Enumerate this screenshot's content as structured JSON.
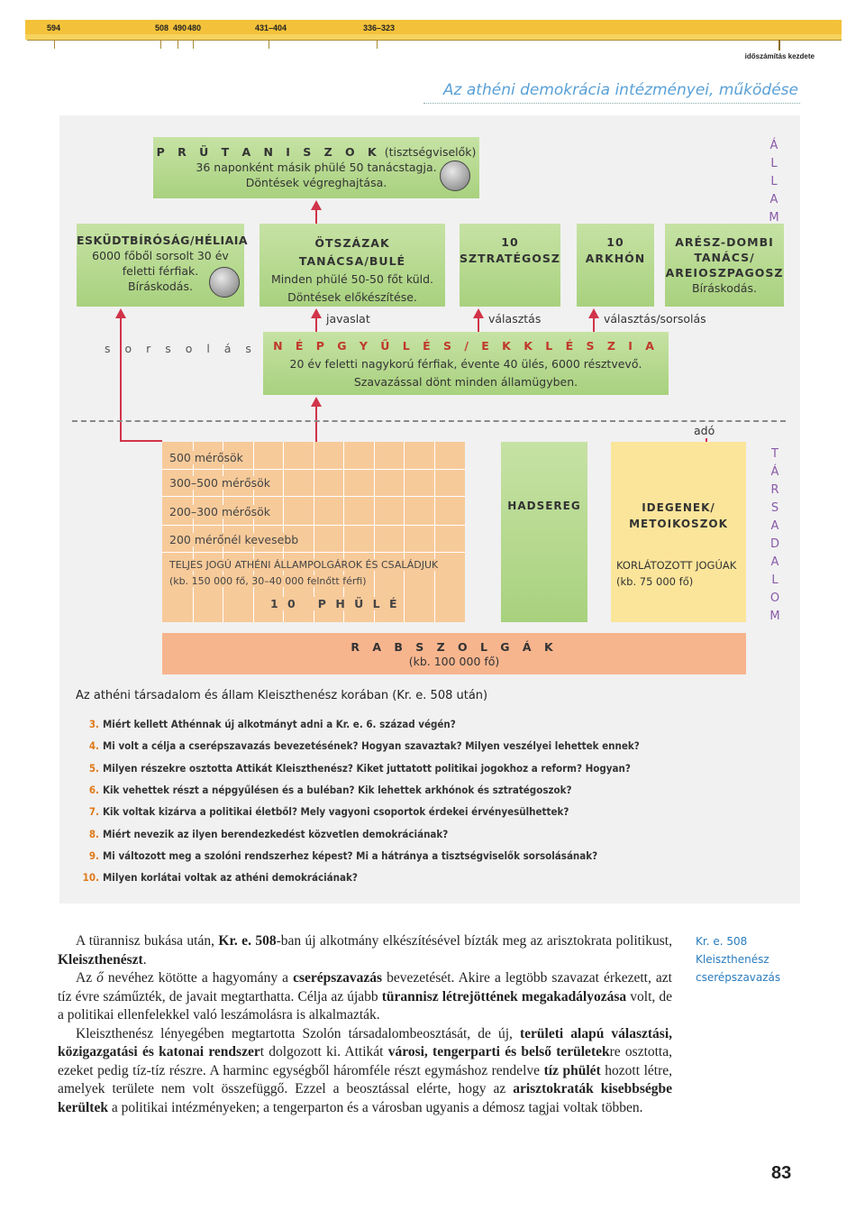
{
  "timeline": {
    "labels": [
      "594",
      "508",
      "490",
      "480",
      "431–404",
      "336–323"
    ],
    "start_label": "időszámítás kezdete"
  },
  "section_title": "Az athéni demokrácia intézményei, működése",
  "diagram": {
    "prutaniszok": {
      "title": "P R Ü T A N I S Z O K",
      "title_suffix": "(tisztségviselők)",
      "line2": "36 naponként másik phülé 50 tanácstagja.",
      "line3": "Döntések végreghajtása."
    },
    "heliaia": {
      "title": "ESKÜDTBÍRÓSÁG/HÉLIAIA",
      "line2": "6000 főből sorsolt 30 év",
      "line3": "feletti férfiak.",
      "line4": "Bíráskodás."
    },
    "otszaz": {
      "title": "ÖTSZÁZAK TANÁCSA/BULÉ",
      "line2": "Minden phülé 50-50 főt küld.",
      "line3": "Döntések előkészítése."
    },
    "sztrategosz": {
      "num": "10",
      "title": "SZTRATÉGOSZ"
    },
    "arkhon": {
      "num": "10",
      "title": "ARKHÓN"
    },
    "areosz": {
      "title1": "ARÉSZ-DOMBI",
      "title2": "TANÁCS/",
      "title3": "AREIOSZPAGOSZ",
      "line": "Bíráskodás."
    },
    "allam_letters": [
      "Á",
      "L",
      "L",
      "A",
      "M"
    ],
    "labels": {
      "sorsolas": "s o r s o l á s",
      "javaslat": "javaslat",
      "valasztas": "választás",
      "valasztas_sorsolas": "választás/sorsolás",
      "ado": "adó"
    },
    "nepgyules": {
      "title": "N É P G Y Ű L É S / E K K L É S Z I A",
      "line2": "20 év feletti nagykorú férfiak, évente 40 ülés, 6000 résztvevő.",
      "line3": "Szavazással dönt minden államügyben."
    },
    "citizens": {
      "rows": [
        "500 mérősök",
        "300–500 mérősök",
        "200–300 mérősök",
        "200 mérőnél kevesebb"
      ],
      "title": "TELJES JOGÚ ATHÉNI ÁLLAMPOLGÁROK ÉS CSALÁDJUK",
      "count": "(kb. 150 000 fő, 30–40 000 felnőtt férfi)",
      "phule": "1 0   P H Ü L É"
    },
    "hadsereg": "HADSEREG",
    "idegenek": {
      "title1": "IDEGENEK/",
      "title2": "METOIKOSZOK",
      "status": "KORLÁTOZOTT JOGÚAK",
      "count": "(kb. 75 000 fő)"
    },
    "tarsadalom_letters": [
      "T",
      "Á",
      "R",
      "S",
      "A",
      "D",
      "A",
      "L",
      "O",
      "M"
    ],
    "rabszolgak": {
      "title": "R A B S Z O L G Á K",
      "count": "(kb. 100 000 fő)"
    }
  },
  "caption": "Az athéni társadalom és állam Kleiszthenész korában (Kr. e. 508 után)",
  "questions": [
    {
      "n": "3.",
      "t": "Miért kellett Athénnak új alkotmányt adni a Kr. e. 6. század végén?"
    },
    {
      "n": "4.",
      "t": "Mi volt a célja a cserépszavazás bevezetésének? Hogyan szavaztak? Milyen veszélyei lehettek ennek?"
    },
    {
      "n": "5.",
      "t": "Milyen részekre osztotta Attikát Kleiszthenész? Kiket juttatott politikai jogokhoz a reform? Hogyan?"
    },
    {
      "n": "6.",
      "t": "Kik vehettek részt a népgyűlésen és a buléban? Kik lehettek arkhónok és sztratégoszok?"
    },
    {
      "n": "7.",
      "t": "Kik voltak kizárva a politikai életből? Mely vagyoni csoportok érdekei érvényesülhettek?"
    },
    {
      "n": "8.",
      "t": "Miért nevezik az ilyen berendezkedést közvetlen demokráciának?"
    },
    {
      "n": "9.",
      "t": "Mi változott meg a szolóni rendszerhez képest? Mi a hátránya a tisztségviselők sorsolásának?"
    },
    {
      "n": "10.",
      "t": "Milyen korlátai voltak az athéni demokráciának?"
    }
  ],
  "body": {
    "p1": [
      "A türannisz bukása után, ",
      "Kr. e. 508",
      "-ban új alkotmány elkészítésével bízták meg az arisztokrata politikust, ",
      "Kleiszthenészt",
      "."
    ],
    "p2": [
      "Az ",
      "ő",
      " nevéhez kötötte a hagyomány a ",
      "cserépszavazás",
      " bevezetését. Akire a legtöbb szavazat érkezett, azt tíz évre száműzték, de javait megtarthatta. Célja az újabb ",
      "türannisz létrejöttének megakadályozása",
      " volt, de a politikai ellenfelekkel való leszámolásra is alkalmazták."
    ],
    "p3": [
      "Kleiszthenész lényegében megtartotta Szolón társadalombeosztását, de új, ",
      "területi alapú választási, közigazgatási és katonai rendszer",
      "t dolgozott ki. Attikát ",
      "városi, tengerparti és belső területek",
      "re osztotta, ezeket pedig tíz-tíz részre. A harminc egységből háromféle részt egymáshoz rendelve ",
      "tíz phülét",
      " hozott létre, amelyek területe nem volt összefüggő. Ezzel a beosztással elérte, hogy az ",
      "arisztokraták kisebbségbe kerültek",
      " a politikai intézményeken; a tengerparton és a városban ugyanis a démosz tagjai voltak többen."
    ]
  },
  "sidebar": [
    "Kr. e. 508",
    "Kleiszthenész",
    "cserépszavazás"
  ],
  "page_number": "83"
}
